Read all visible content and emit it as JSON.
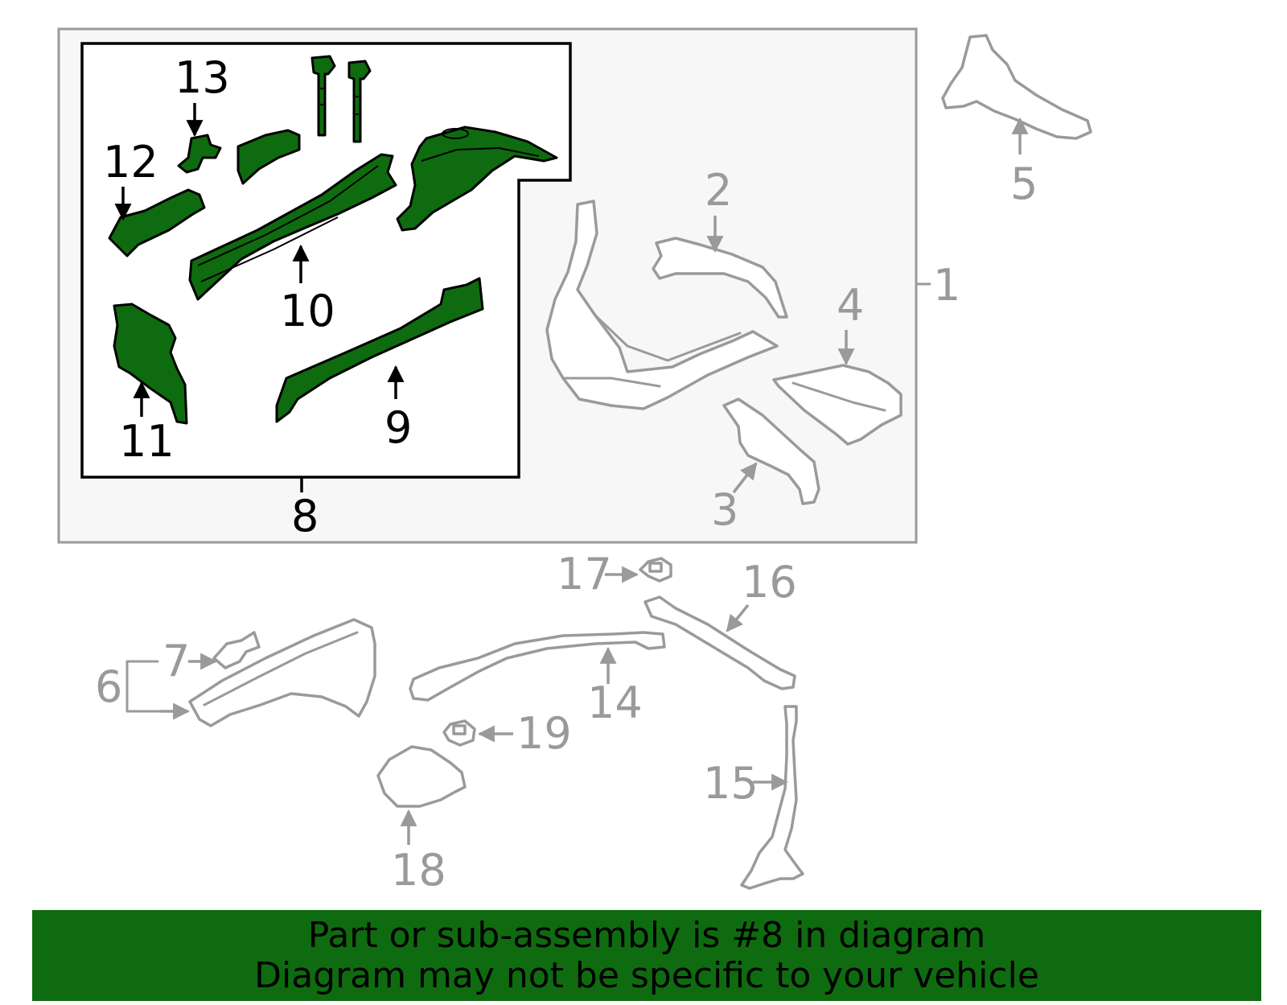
{
  "colors": {
    "highlight_green": "#0f6b0f",
    "callout_grey": "#9a9a9a",
    "assembly_box_fill": "#f7f7f7",
    "banner_text": "#000000"
  },
  "highlighted_part": "8",
  "callouts": {
    "p1": "1",
    "p2": "2",
    "p3": "3",
    "p4": "4",
    "p5": "5",
    "p6": "6",
    "p7": "7",
    "p8": "8",
    "p9": "9",
    "p10": "10",
    "p11": "11",
    "p12": "12",
    "p13": "13",
    "p14": "14",
    "p15": "15",
    "p16": "16",
    "p17": "17",
    "p18": "18",
    "p19": "19"
  },
  "banner": {
    "line1": "Part or sub-assembly is #8 in diagram",
    "line2": "Diagram may not be specific to your vehicle"
  }
}
